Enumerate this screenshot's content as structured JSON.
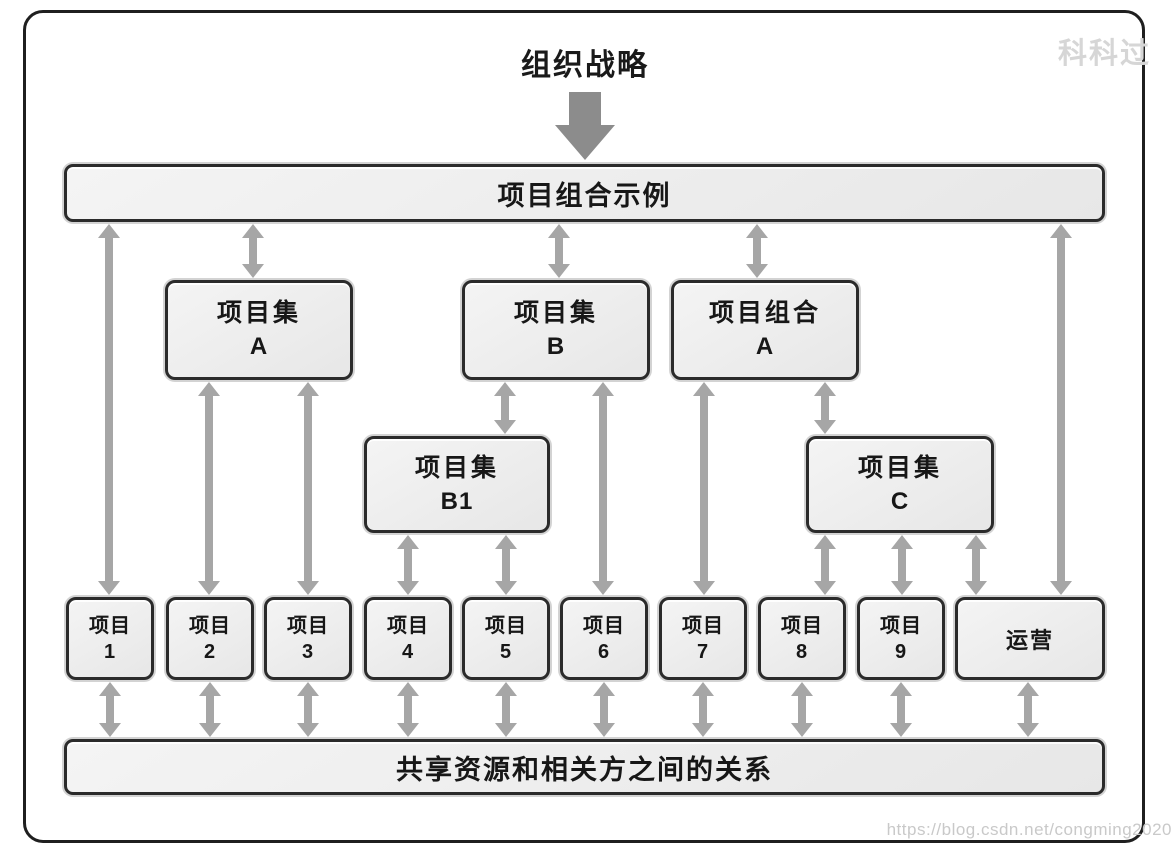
{
  "watermarks": {
    "top_right": "科科过",
    "bottom_right": "https://blog.csdn.net/congming2020"
  },
  "colors": {
    "box_fill": "#e9e9e9",
    "box_border": "#2b2b2b",
    "connector_arrow": "#a6a6a6",
    "strategy_arrow": "#8c8c8c",
    "watermark": "#d6d6d6",
    "background": "#ffffff"
  },
  "diagram": {
    "title": "组织战略",
    "portfolio_bar": "项目组合示例",
    "shared_bar": "共享资源和相关方之间的关系",
    "program_a": {
      "line1": "项目集",
      "line2": "A"
    },
    "program_b": {
      "line1": "项目集",
      "line2": "B"
    },
    "portfolio_a": {
      "line1": "项目组合",
      "line2": "A"
    },
    "program_b1": {
      "line1": "项目集",
      "line2": "B1"
    },
    "program_c": {
      "line1": "项目集",
      "line2": "C"
    },
    "projects": [
      {
        "label": "项目",
        "num": "1"
      },
      {
        "label": "项目",
        "num": "2"
      },
      {
        "label": "项目",
        "num": "3"
      },
      {
        "label": "项目",
        "num": "4"
      },
      {
        "label": "项目",
        "num": "5"
      },
      {
        "label": "项目",
        "num": "6"
      },
      {
        "label": "项目",
        "num": "7"
      },
      {
        "label": "项目",
        "num": "8"
      },
      {
        "label": "项目",
        "num": "9"
      }
    ],
    "operations": "运营",
    "edges": [
      {
        "from": "组织战略",
        "to": "项目组合示例",
        "type": "one-way"
      },
      {
        "from": "项目组合示例",
        "to": "项目集A",
        "type": "two-way"
      },
      {
        "from": "项目组合示例",
        "to": "项目集B",
        "type": "two-way"
      },
      {
        "from": "项目组合示例",
        "to": "项目组合A",
        "type": "two-way"
      },
      {
        "from": "项目组合示例",
        "to": "项目1",
        "type": "two-way"
      },
      {
        "from": "项目组合示例",
        "to": "运营",
        "type": "two-way"
      },
      {
        "from": "项目集A",
        "to": "项目2",
        "type": "two-way"
      },
      {
        "from": "项目集A",
        "to": "项目3",
        "type": "two-way"
      },
      {
        "from": "项目集B",
        "to": "项目集B1",
        "type": "two-way"
      },
      {
        "from": "项目集B",
        "to": "项目6",
        "type": "two-way"
      },
      {
        "from": "项目集B1",
        "to": "项目4",
        "type": "two-way"
      },
      {
        "from": "项目集B1",
        "to": "项目5",
        "type": "two-way"
      },
      {
        "from": "项目组合A",
        "to": "项目7",
        "type": "two-way"
      },
      {
        "from": "项目组合A",
        "to": "项目集C",
        "type": "two-way"
      },
      {
        "from": "项目集C",
        "to": "项目8",
        "type": "two-way"
      },
      {
        "from": "项目集C",
        "to": "项目9",
        "type": "two-way"
      },
      {
        "from": "项目集C",
        "to": "运营",
        "type": "two-way"
      },
      {
        "from": "项目1",
        "to": "共享资源和相关方之间的关系",
        "type": "two-way"
      },
      {
        "from": "项目2",
        "to": "共享资源和相关方之间的关系",
        "type": "two-way"
      },
      {
        "from": "项目3",
        "to": "共享资源和相关方之间的关系",
        "type": "two-way"
      },
      {
        "from": "项目4",
        "to": "共享资源和相关方之间的关系",
        "type": "two-way"
      },
      {
        "from": "项目5",
        "to": "共享资源和相关方之间的关系",
        "type": "two-way"
      },
      {
        "from": "项目6",
        "to": "共享资源和相关方之间的关系",
        "type": "two-way"
      },
      {
        "from": "项目7",
        "to": "共享资源和相关方之间的关系",
        "type": "two-way"
      },
      {
        "from": "项目8",
        "to": "共享资源和相关方之间的关系",
        "type": "two-way"
      },
      {
        "from": "项目9",
        "to": "共享资源和相关方之间的关系",
        "type": "two-way"
      },
      {
        "from": "运营",
        "to": "共享资源和相关方之间的关系",
        "type": "two-way"
      }
    ]
  }
}
